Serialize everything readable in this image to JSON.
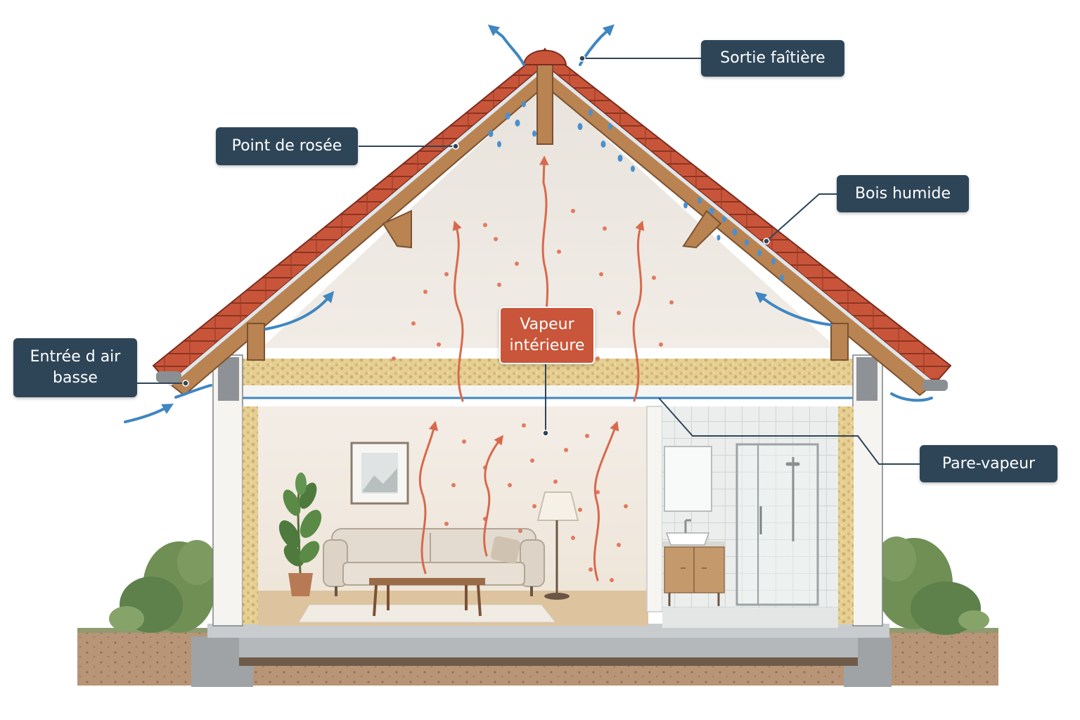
{
  "labels": {
    "ridge_exit": "Sortie faîtière",
    "dew_point": "Point de rosée",
    "wet_wood": "Bois humide",
    "air_inlet_line1": "Entrée d air",
    "air_inlet_line2": "basse",
    "interior_vapor_line1": "Vapeur",
    "interior_vapor_line2": "intérieure",
    "vapor_barrier": "Pare-vapeur"
  },
  "colors": {
    "label_bg": "#2e4558",
    "vapor_label_bg": "#c9553a",
    "vapor_arrow": "#d8694c",
    "airflow_arrow": "#3f86c2",
    "roof_tile": "#c8553a",
    "timber": "#b98352",
    "insulation": "#e6cf93"
  },
  "icons": {
    "airflow": "blue-curved-arrow-icon",
    "vapor": "red-wavy-arrow-icon",
    "condensation": "water-droplet-icon"
  }
}
